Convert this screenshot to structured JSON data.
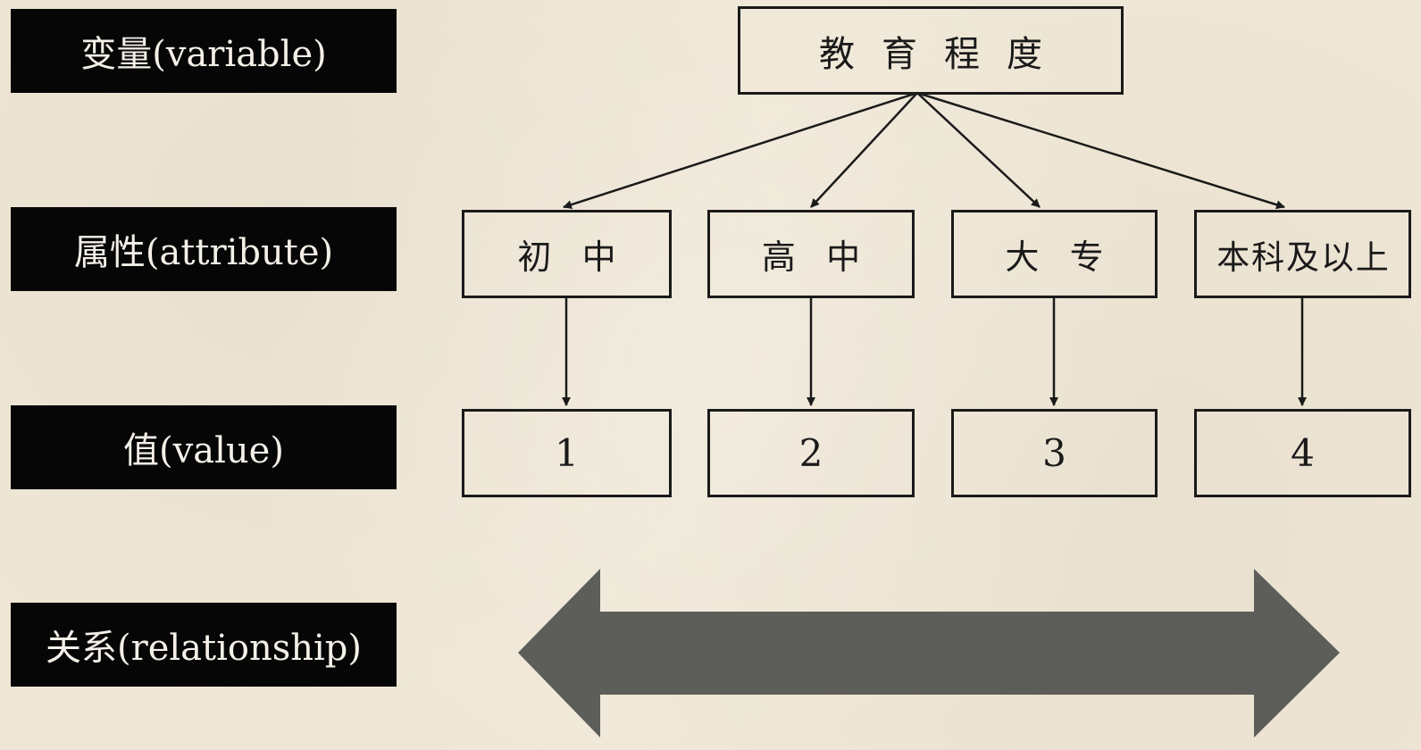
{
  "rows": {
    "variable": "变量(variable)",
    "attribute": "属性(attribute)",
    "value": "值(value)",
    "relationship": "关系(relationship)"
  },
  "root": "教育程度",
  "attributes": [
    "初中",
    "高中",
    "大专",
    "本科及以上"
  ],
  "values": [
    "1",
    "2",
    "3",
    "4"
  ],
  "colors": {
    "background": "#efe7d6",
    "label_bg": "#060606",
    "label_text": "#f4f0e8",
    "line": "#1a1a1a",
    "relationship_arrow": "#5d5d5a"
  }
}
